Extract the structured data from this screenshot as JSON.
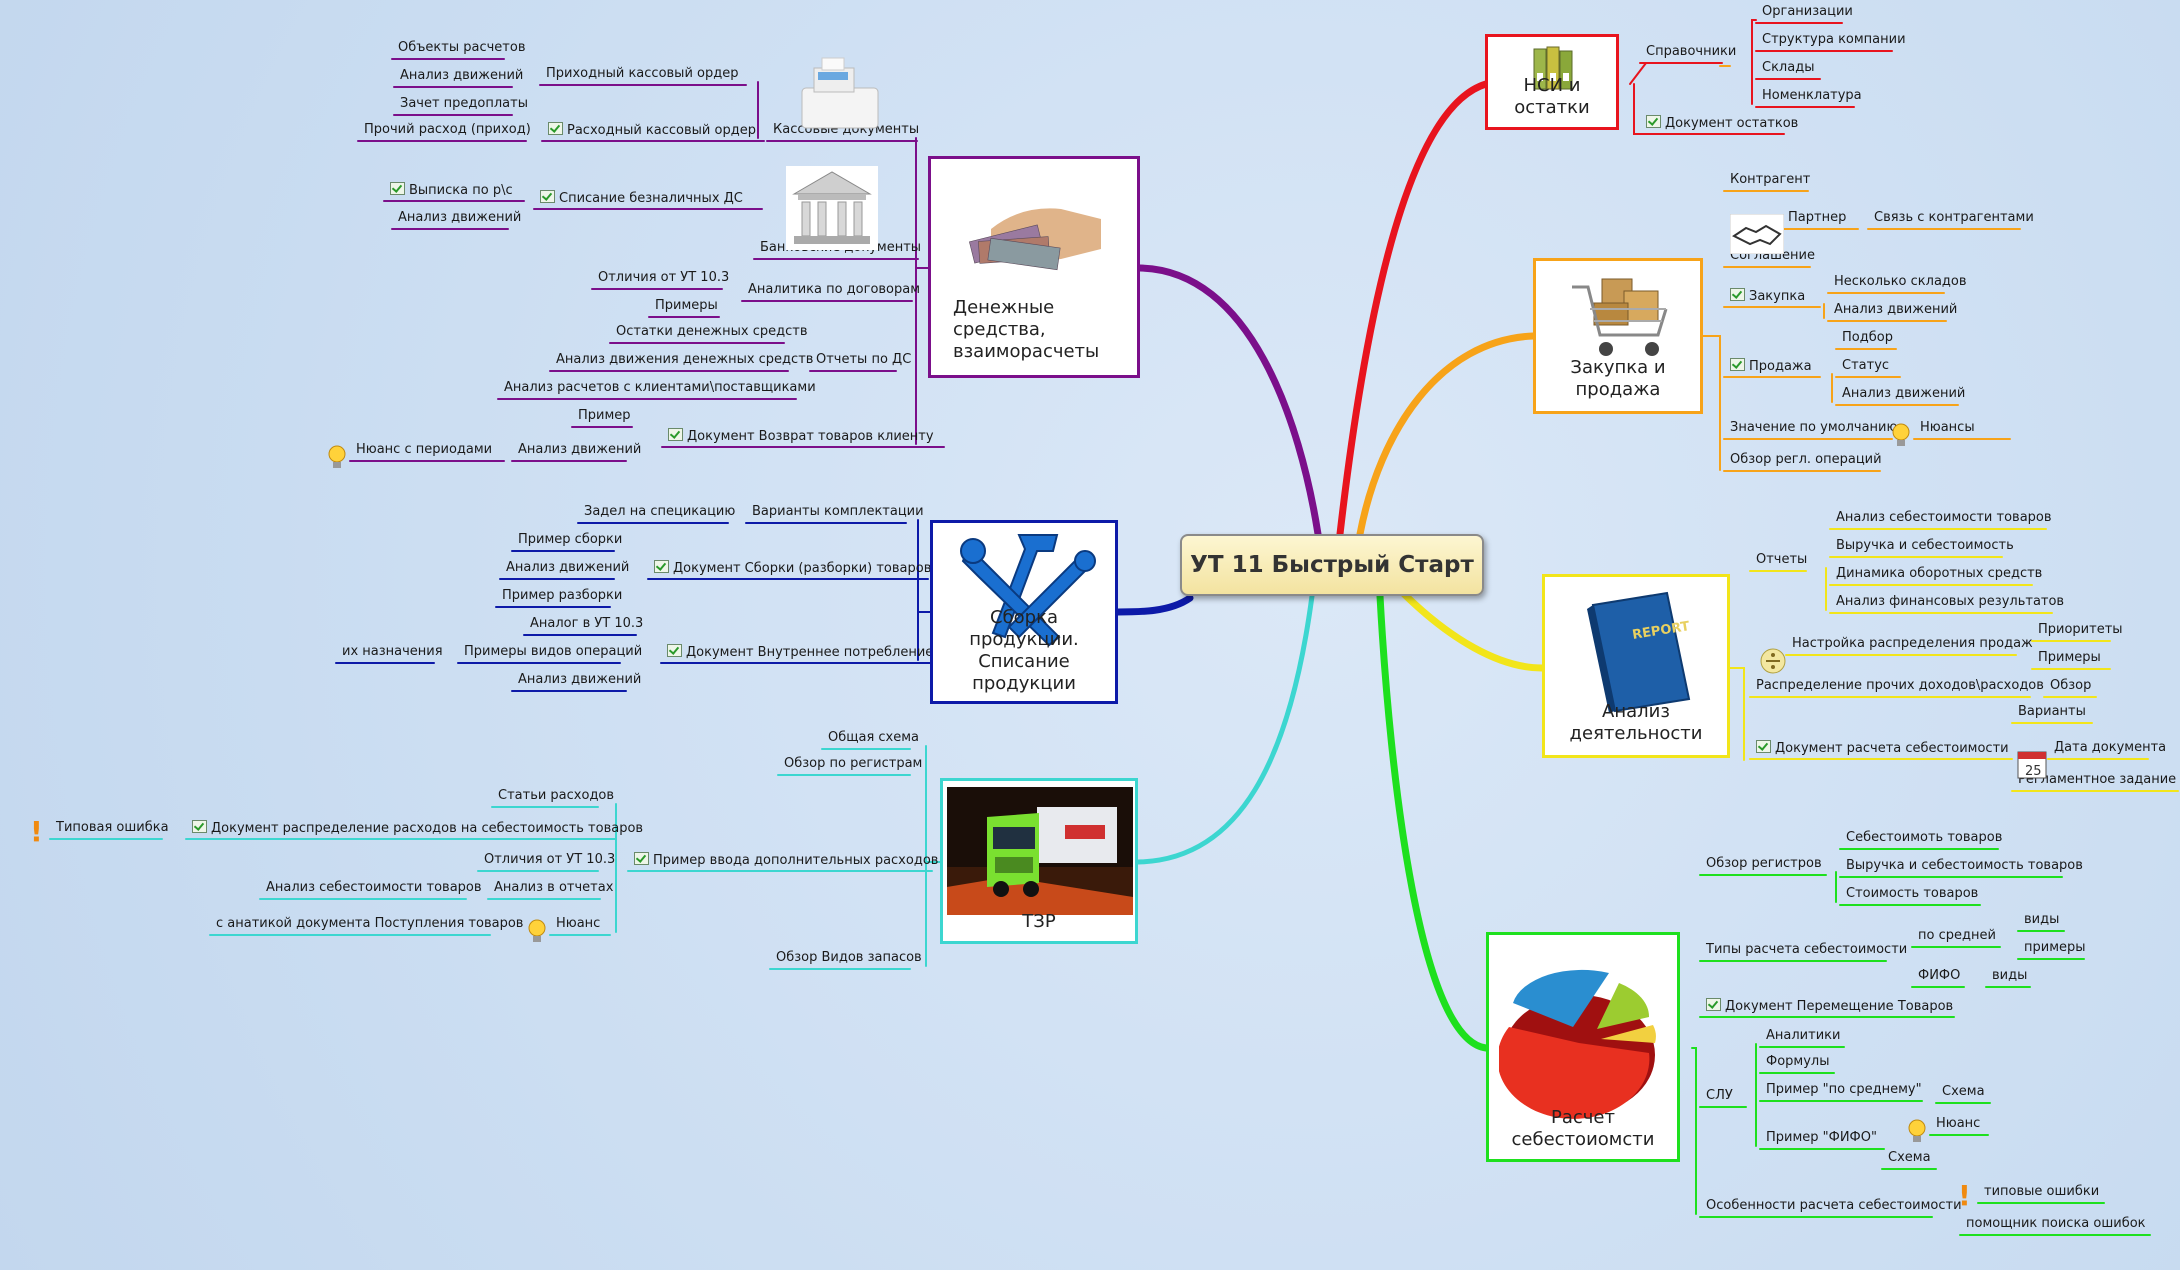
{
  "center": {
    "title": "УТ 11 Быстрый Старт"
  },
  "colors": {
    "red": "#e8141e",
    "orange": "#f7a319",
    "yellow": "#f2e51a",
    "green": "#1ee01e",
    "purple": "#7b0f8a",
    "blue": "#0d1aa8",
    "teal": "#3cd6d0"
  },
  "branches": {
    "nsi": {
      "title": "НСИ и остатки",
      "icon": "folders-icon",
      "labels": [
        "Справочники",
        "Организации",
        "Структура компании",
        "Склады",
        "Номенклатура",
        "Документ остатков"
      ]
    },
    "zakupka": {
      "title": "Закупка и продажа",
      "icon": "shopping-cart-icon",
      "labels": [
        "Контрагент",
        "Партнер",
        "Связь с контрагентами",
        "Соглашение",
        "Закупка",
        "Несколько складов",
        "Анализ движений",
        "Подбор",
        "Продажа",
        "Статус",
        "Анализ движений",
        "Значение по умолчанию",
        "Нюансы",
        "Обзор регл. операций"
      ]
    },
    "analiz": {
      "title": "Анализ деятельности",
      "icon": "report-book-icon",
      "book_text": "REPORT",
      "labels": [
        "Отчеты",
        "Анализ себестоимости товаров",
        "Выручка и себестоимость",
        "Динамика оборотных средств",
        "Анализ финансовых результатов",
        "Настройка распределения продаж",
        "Приоритеты",
        "Примеры",
        "Распределение прочих доходов\\расходов",
        "Обзор",
        "Варианты",
        "Документ расчета себестоимости",
        "Дата документа",
        "Регламентное задание"
      ]
    },
    "raschet": {
      "title": "Расчет себестоиомсти",
      "icon": "pie-chart-icon",
      "labels": [
        "Обзор регистров",
        "Себестоимоть товаров",
        "Выручка и себестоимость товаров",
        "Стоимость товаров",
        "Типы расчета себестоимости",
        "по средней",
        "виды",
        "примеры",
        "ФИФО",
        "виды",
        "Документ Перемещение Товаров",
        "Аналитики",
        "Формулы",
        "СЛУ",
        "Пример \"по среднему\"",
        "Схема",
        "Пример \"ФИФО\"",
        "Нюанс",
        "Схема",
        "Особенности расчета себестоимости",
        "типовые ошибки",
        "помощник поиска ошибок"
      ]
    },
    "dengi": {
      "title": "Денежные средства,\nвзаиморасчеты",
      "icon": "money-hand-icon",
      "labels": [
        "Кассовые документы",
        "Приходный кассовый ордер",
        "Объекты расчетов",
        "Анализ движений",
        "Зачет предоплаты",
        "Расходный кассовый ордер",
        "Прочий расход (приход)",
        "Банковские документы",
        "Списание безналичных ДС",
        "Выписка по р\\с",
        "Анализ движений",
        "Аналитика по договорам",
        "Отличия от УТ 10.3",
        "Примеры",
        "Отчеты по ДС",
        "Остатки денежных средств",
        "Анализ движения денежных средств",
        "Анализ расчетов с клиентами\\поставщиками",
        "Документ Возврат товаров клиенту",
        "Пример",
        "Анализ движений",
        "Нюанс с периодами"
      ]
    },
    "sborka": {
      "title": "Сборка продукции.\nСписание продукции",
      "icon": "tools-icon",
      "labels": [
        "Варианты комплектации",
        "Задел на специкацию",
        "Документ Сборки (разборки) товаров",
        "Пример сборки",
        "Анализ движений",
        "Пример разборки",
        "Документ Внутреннее потребление",
        "Аналог в УТ 10.3",
        "Примеры видов операций",
        "их назначения",
        "Анализ движений"
      ]
    },
    "tzr": {
      "title": "ТЗР",
      "icon": "truck-icon",
      "labels": [
        "Общая схема",
        "Обзор по регистрам",
        "Пример ввода дополнительных расходов",
        "Статьи расходов",
        "Документ распределение расходов на себестоимость товаров",
        "Типовая ошибка",
        "Отличия от УТ 10.3",
        "Анализ в отчетах",
        "Анализ себестоимости товаров",
        "Нюанс",
        "с анатикой документа Поступления товаров",
        "Обзор Видов запасов"
      ]
    }
  }
}
